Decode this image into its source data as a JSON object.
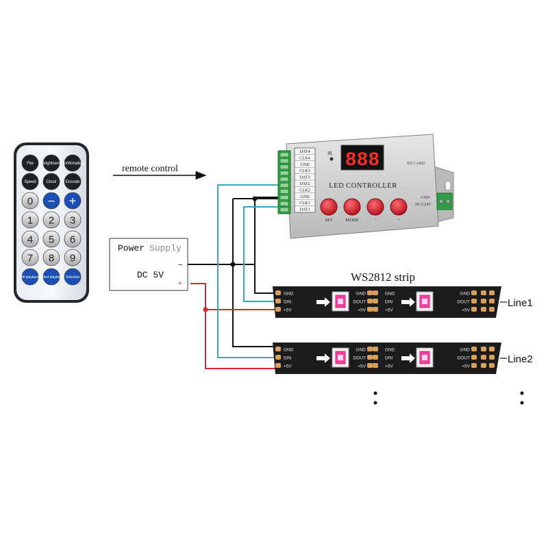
{
  "remote": {
    "buttons": [
      {
        "label": "File"
      },
      {
        "label": "Brightness"
      },
      {
        "label": "Confirmation"
      },
      {
        "label": "Speed"
      },
      {
        "label": "Clock"
      },
      {
        "label": "Encode"
      },
      {
        "label": "0"
      },
      {
        "label": "−"
      },
      {
        "label": "+"
      },
      {
        "label": "1"
      },
      {
        "label": "2"
      },
      {
        "label": "3"
      },
      {
        "label": "4"
      },
      {
        "label": "5"
      },
      {
        "label": "6"
      },
      {
        "label": "7"
      },
      {
        "label": "8"
      },
      {
        "label": "9"
      },
      {
        "label": "All playback"
      },
      {
        "label": "Select playback"
      },
      {
        "label": "Selection"
      }
    ]
  },
  "remote_control_label": "remote control",
  "power_supply": {
    "title_power": "Power",
    "title_supply": "Supply",
    "voltage": "DC 5V",
    "minus": "−",
    "plus": "+"
  },
  "controller": {
    "title": "LED CONTROLLER",
    "ir": "IR",
    "sd_card": "SD CARD",
    "display": "888",
    "pins": [
      "DAT4",
      "CLK4",
      "GND",
      "CLK3",
      "DAT3",
      "DAT2",
      "CLK2",
      "GND",
      "CLK1",
      "DAT1"
    ],
    "buttons": [
      "SET",
      "MODE",
      "−",
      "+"
    ],
    "power_gnd": "GND",
    "power_in": "DC5-24V"
  },
  "strip_title": "WS2812 strip",
  "strip": {
    "pad_left": [
      "GND",
      "DIN",
      "+5V"
    ],
    "pad_mid_left": [
      "GND",
      "DOUT",
      "+5V"
    ],
    "pad_mid_right": [
      "GND",
      "DIN",
      "+5V"
    ],
    "pad_right": [
      "GND",
      "DOUT",
      "+5V"
    ]
  },
  "lines": [
    "Line1",
    "Line2"
  ],
  "colors": {
    "wire_cyan": "#3aa6c4",
    "wire_red": "#d8282c",
    "wire_black": "#111111",
    "strip_body": "#1c1c1c",
    "pad_copper": "#d9a05b",
    "button_red": "#d81e2b",
    "controller_body": "#cfcfcf"
  }
}
